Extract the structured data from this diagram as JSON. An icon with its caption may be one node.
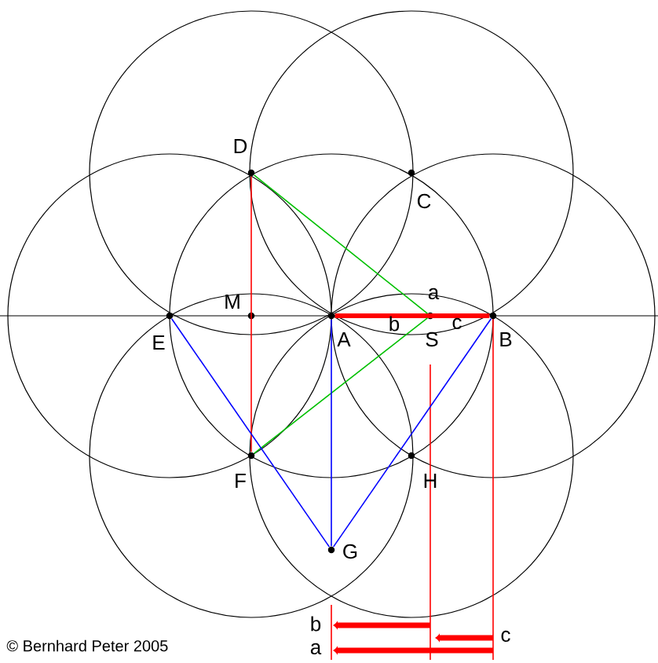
{
  "diagram": {
    "nodes": [
      {
        "text": [
          "D"
        ]
      },
      {
        "text": [
          "C"
        ]
      },
      {
        "text": [
          "M"
        ]
      },
      {
        "text": [
          "E"
        ]
      },
      {
        "text": [
          "A"
        ]
      },
      {
        "text": [
          "S"
        ]
      },
      {
        "text": [
          "B"
        ]
      },
      {
        "text": [
          "F"
        ]
      },
      {
        "text": [
          "H"
        ]
      },
      {
        "text": [
          "G"
        ]
      }
    ],
    "edges": [
      {
        "from": 4,
        "to": 6,
        "arrow": "none",
        "style": "thick",
        "color": "#ff0000"
      },
      {
        "from": 0,
        "to": 7,
        "arrow": "none",
        "color": "#ff0000"
      },
      {
        "from": 0,
        "to": 5,
        "arrow": "none",
        "color": "#00c000"
      },
      {
        "from": 5,
        "to": 7,
        "arrow": "none",
        "color": "#00c000"
      },
      {
        "from": 3,
        "to": 9,
        "arrow": "none",
        "color": "#0000ff"
      },
      {
        "from": 6,
        "to": 9,
        "arrow": "none",
        "color": "#0000ff"
      },
      {
        "from": 4,
        "to": 9,
        "arrow": "none",
        "color": "#0000ff"
      }
    ],
    "labels": [
      "a",
      "b",
      "c",
      "b",
      "c",
      "a",
      "© Bernhard Peter 2005"
    ]
  }
}
